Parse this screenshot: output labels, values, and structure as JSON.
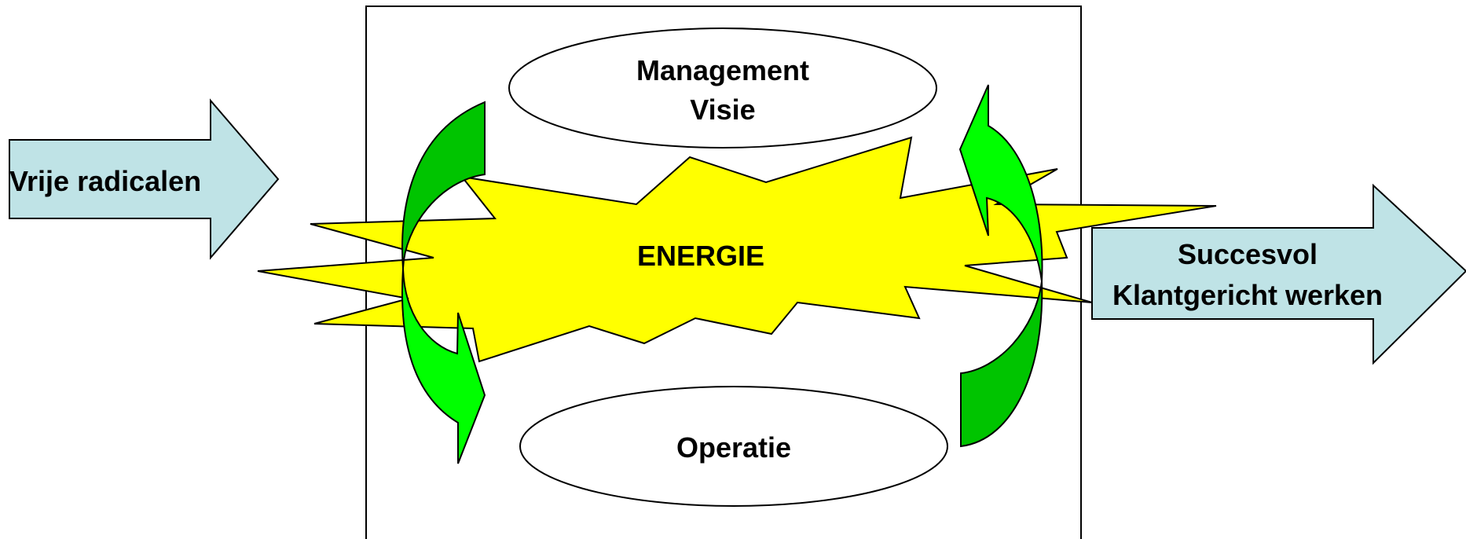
{
  "nodes": {
    "input_arrow": {
      "label": "Vrije radicalen"
    },
    "management": {
      "line1": "Management",
      "line2": "Visie"
    },
    "energy": {
      "label": "ENERGIE"
    },
    "operation": {
      "label": "Operatie"
    },
    "output_arrow": {
      "line1": "Succesvol",
      "line2": "Klantgericht werken"
    }
  },
  "colors": {
    "arrow_fill": "#bfe3e6",
    "energy_fill": "#ffff00",
    "cycle_light": "#00ff00",
    "cycle_dark": "#00c400",
    "stroke": "#000000"
  }
}
